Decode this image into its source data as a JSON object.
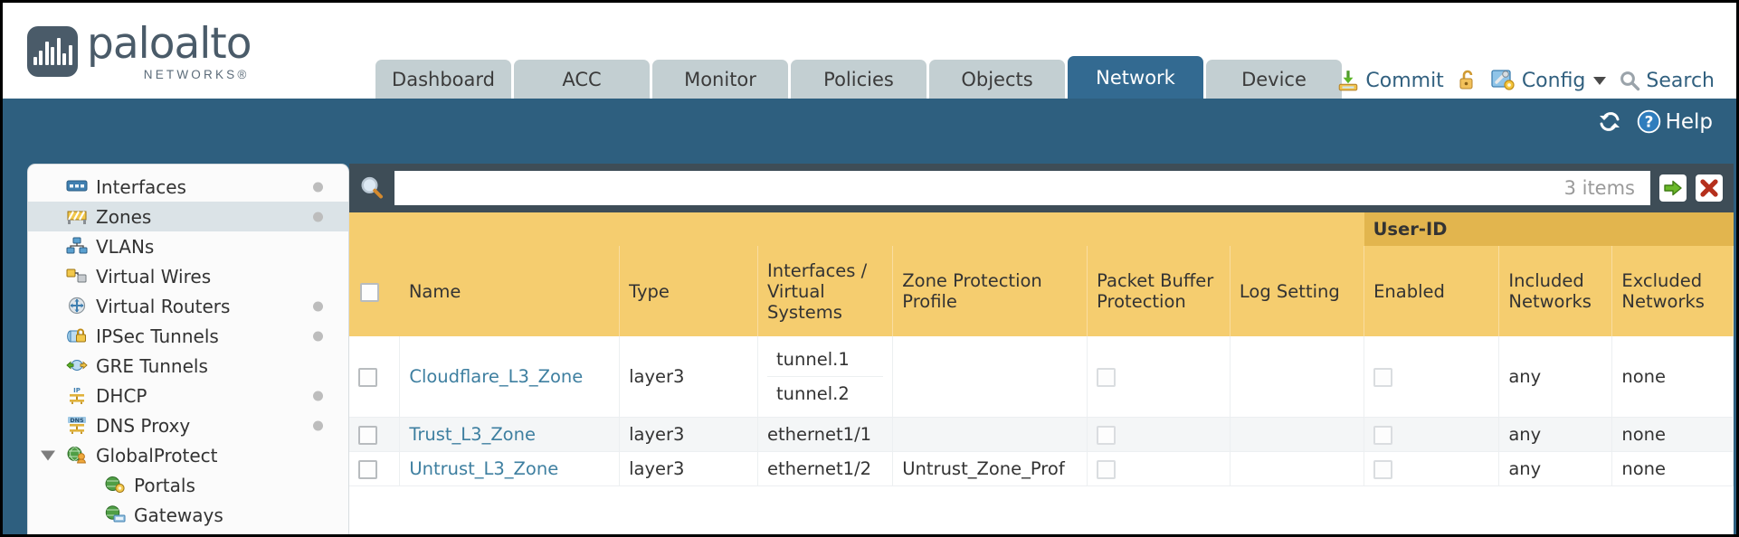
{
  "brand": {
    "name": "paloalto",
    "sub": "NETWORKS®"
  },
  "tabs": [
    {
      "label": "Dashboard",
      "active": false
    },
    {
      "label": "ACC",
      "active": false
    },
    {
      "label": "Monitor",
      "active": false
    },
    {
      "label": "Policies",
      "active": false
    },
    {
      "label": "Objects",
      "active": false
    },
    {
      "label": "Network",
      "active": true
    },
    {
      "label": "Device",
      "active": false
    }
  ],
  "header_actions": [
    {
      "label": "Commit",
      "icon": "commit-download-icon"
    },
    {
      "label": "",
      "icon": "lock-open-icon"
    },
    {
      "label": "Config",
      "icon": "config-wrench-icon",
      "dropdown": true
    },
    {
      "label": "Search",
      "icon": "search-magnifier-icon"
    }
  ],
  "bluebar": {
    "refresh_icon": "refresh-icon",
    "help_icon": "help-question-icon",
    "help_label": "Help"
  },
  "sidebar": {
    "items": [
      {
        "label": "Interfaces",
        "icon": "interfaces-icon",
        "dot": true,
        "selected": false,
        "child": false,
        "expander": false
      },
      {
        "label": "Zones",
        "icon": "zones-icon",
        "dot": true,
        "selected": true,
        "child": false,
        "expander": false
      },
      {
        "label": "VLANs",
        "icon": "vlans-icon",
        "dot": false,
        "selected": false,
        "child": false,
        "expander": false
      },
      {
        "label": "Virtual Wires",
        "icon": "virtual-wires-icon",
        "dot": false,
        "selected": false,
        "child": false,
        "expander": false
      },
      {
        "label": "Virtual Routers",
        "icon": "virtual-routers-icon",
        "dot": true,
        "selected": false,
        "child": false,
        "expander": false
      },
      {
        "label": "IPSec Tunnels",
        "icon": "ipsec-tunnels-icon",
        "dot": true,
        "selected": false,
        "child": false,
        "expander": false
      },
      {
        "label": "GRE Tunnels",
        "icon": "gre-tunnels-icon",
        "dot": false,
        "selected": false,
        "child": false,
        "expander": false
      },
      {
        "label": "DHCP",
        "icon": "dhcp-icon",
        "dot": true,
        "selected": false,
        "child": false,
        "expander": false
      },
      {
        "label": "DNS Proxy",
        "icon": "dns-proxy-icon",
        "dot": true,
        "selected": false,
        "child": false,
        "expander": false
      },
      {
        "label": "GlobalProtect",
        "icon": "globalprotect-icon",
        "dot": false,
        "selected": false,
        "child": false,
        "expander": true
      },
      {
        "label": "Portals",
        "icon": "portals-icon",
        "dot": false,
        "selected": false,
        "child": true,
        "expander": false
      },
      {
        "label": "Gateways",
        "icon": "gateways-icon",
        "dot": false,
        "selected": false,
        "child": true,
        "expander": false
      }
    ]
  },
  "search": {
    "value": "",
    "placeholder": "",
    "items_count": "3 items",
    "apply_icon": "green-arrow-apply-icon",
    "clear_icon": "red-x-clear-icon",
    "magnifier_icon": "search-magnifier-icon"
  },
  "table": {
    "group_header": {
      "label": "User-ID",
      "span": 3
    },
    "columns": [
      {
        "key": "check",
        "label": ""
      },
      {
        "key": "name",
        "label": "Name"
      },
      {
        "key": "type",
        "label": "Type"
      },
      {
        "key": "ifaces",
        "label": "Interfaces / Virtual Systems"
      },
      {
        "key": "zpp",
        "label": "Zone Protection Profile"
      },
      {
        "key": "pbp",
        "label": "Packet Buffer Protection"
      },
      {
        "key": "logset",
        "label": "Log Setting"
      },
      {
        "key": "enabled",
        "label": "Enabled"
      },
      {
        "key": "incl",
        "label": "Included Networks"
      },
      {
        "key": "excl",
        "label": "Excluded Networks"
      }
    ],
    "rows": [
      {
        "checked": false,
        "name": "Cloudflare_L3_Zone",
        "type": "layer3",
        "interfaces": [
          "tunnel.1",
          "tunnel.2"
        ],
        "zone_protection_profile": "",
        "packet_buffer_protection": false,
        "log_setting": "",
        "userid_enabled": false,
        "included_networks": "any",
        "excluded_networks": "none"
      },
      {
        "checked": false,
        "name": "Trust_L3_Zone",
        "type": "layer3",
        "interfaces": [
          "ethernet1/1"
        ],
        "zone_protection_profile": "",
        "packet_buffer_protection": false,
        "log_setting": "",
        "userid_enabled": false,
        "included_networks": "any",
        "excluded_networks": "none"
      },
      {
        "checked": false,
        "name": "Untrust_L3_Zone",
        "type": "layer3",
        "interfaces": [
          "ethernet1/2"
        ],
        "zone_protection_profile": "Untrust_Zone_Prof",
        "packet_buffer_protection": false,
        "log_setting": "",
        "userid_enabled": false,
        "included_networks": "any",
        "excluded_networks": "none"
      }
    ]
  },
  "colors": {
    "brand_blue": "#2e5f7f",
    "active_tab": "#336a91",
    "tab_idle": "#c3cfd2",
    "table_header": "#f5cd6f",
    "group_header": "#e2b54e",
    "link": "#3e7fa0",
    "panel_dark": "#3e4d57"
  }
}
